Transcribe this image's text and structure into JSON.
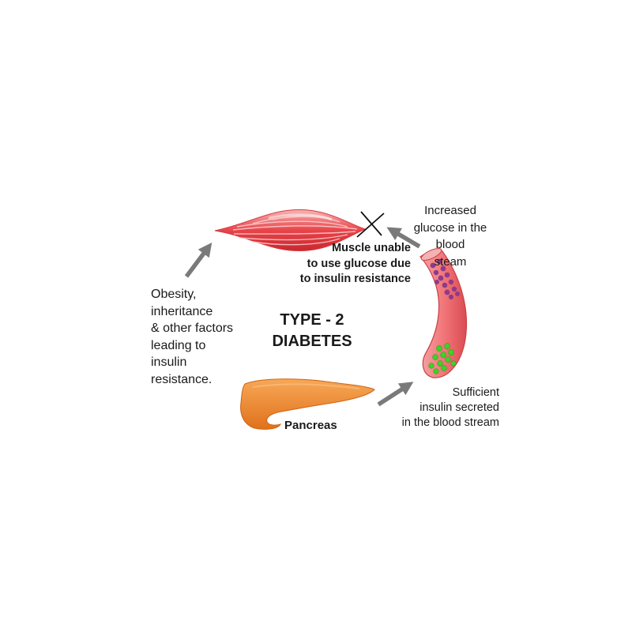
{
  "title": {
    "line1": "TYPE - 2",
    "line2": "DIABETES"
  },
  "labels": {
    "glucose": [
      "Increased",
      "glucose in the",
      "blood",
      "steam"
    ],
    "muscle": [
      "Muscle unable",
      "to use glucose due",
      "to insulin resistance"
    ],
    "obesity": [
      "Obesity,",
      "inheritance",
      "& other factors",
      "leading to",
      "insulin",
      "resistance."
    ],
    "insulin": [
      "Sufficient",
      "insulin secreted",
      "in the blood stream"
    ],
    "pancreas": "Pancreas"
  },
  "icons": {
    "muscle": "muscle-fiber-icon",
    "blocked": "cross-mark-icon",
    "vessel": "blood-vessel-icon",
    "pancreas": "pancreas-icon",
    "arrow": "cycle-arrow-icon"
  },
  "colors": {
    "muscle": "#e8444a",
    "vessel": "#f27a7e",
    "glucose_particles": "#8e3a8c",
    "insulin_particles": "#3fd12a",
    "pancreas": "#f08a2a",
    "arrow": "#7a7a7a",
    "text": "#1a1a1a"
  }
}
